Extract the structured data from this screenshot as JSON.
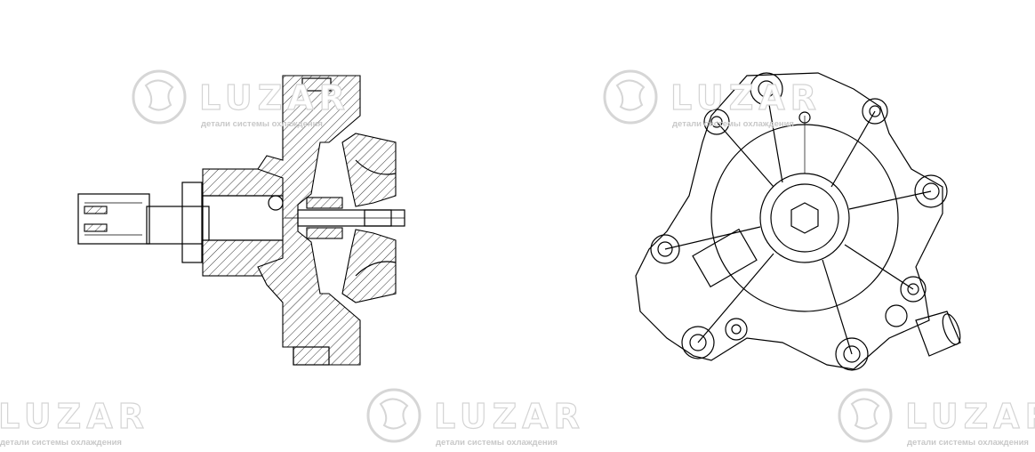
{
  "watermark": {
    "brand": "LUZAR",
    "tagline": "детали системы охлаждения"
  },
  "views": [
    "side-section-view",
    "front-view"
  ]
}
